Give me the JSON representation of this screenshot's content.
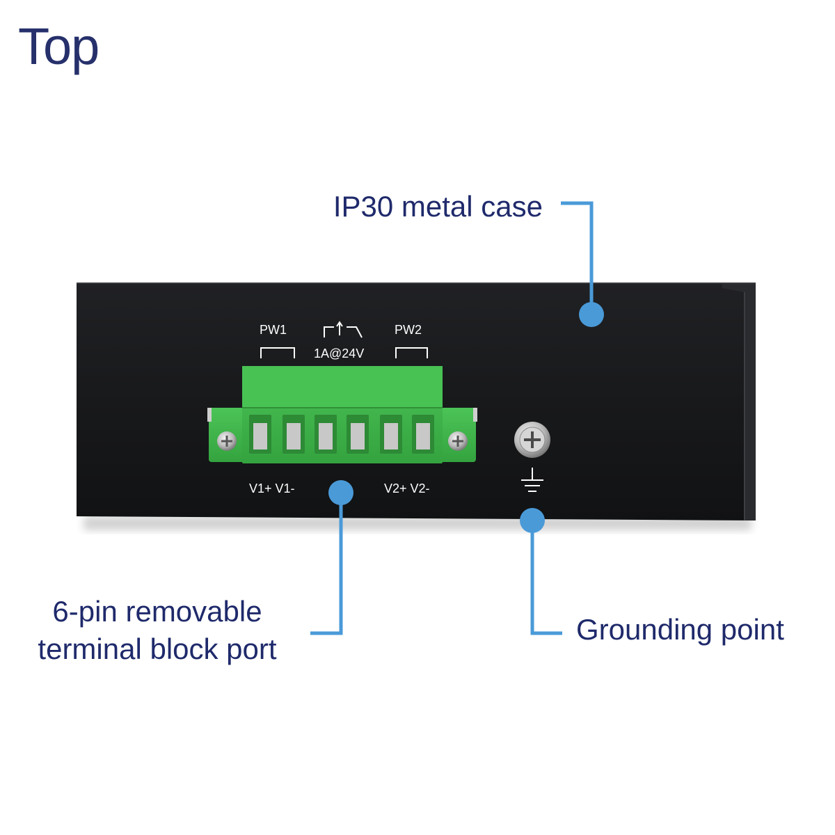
{
  "page": {
    "title": "Top"
  },
  "callouts": {
    "case": "IP30 metal case",
    "terminal_line1": "6-pin removable",
    "terminal_line2": "terminal block port",
    "ground": "Grounding point"
  },
  "device_labels": {
    "pw1": "PW1",
    "relay": "1A@24V",
    "pw2": "PW2",
    "v1": "V1+ V1-",
    "v2": "V2+ V2-"
  },
  "colors": {
    "title_text": "#26306b",
    "callout_text": "#1f2a6b",
    "leader_line": "#4a9ad8",
    "case_body": "#1a1b1d",
    "terminal_green": "#3fb54a"
  },
  "icons": {
    "ground_symbol": "ground-icon",
    "screw": "screw-icon"
  }
}
